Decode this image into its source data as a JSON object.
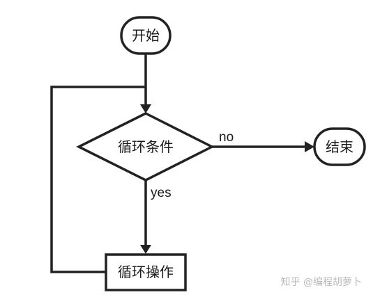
{
  "nodes": {
    "start": "开始",
    "condition": "循环条件",
    "end": "结束",
    "operation": "循环操作"
  },
  "edges": {
    "no_label": "no",
    "yes_label": "yes"
  },
  "watermark": {
    "text": "知乎 @编程胡萝卜"
  },
  "colors": {
    "stroke": "#222222",
    "watermark": "#b9b9b9"
  }
}
